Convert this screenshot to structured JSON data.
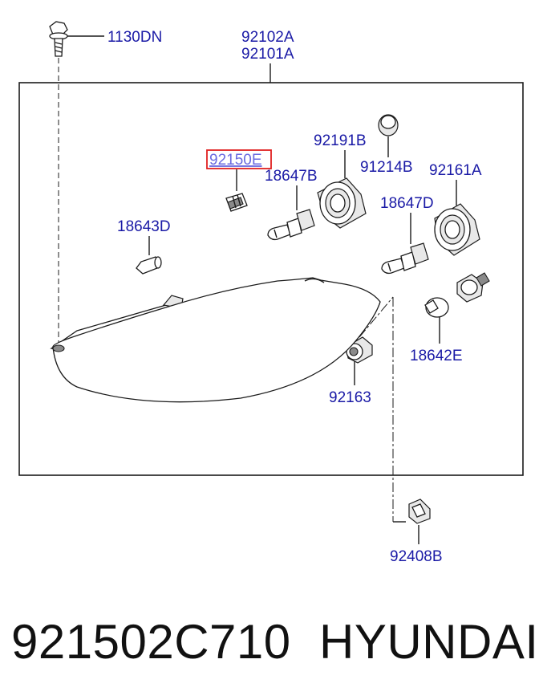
{
  "diagram": {
    "labels": {
      "bolt": "1130DN",
      "assembly_rh": "92102A",
      "assembly_lh": "92101A",
      "socket_selected": "92150E",
      "cap_low": "92191B",
      "bulb_low": "18647B",
      "cap_small": "91214B",
      "cap_high": "92161A",
      "bulb_high": "18647D",
      "bulb_position": "18643D",
      "bulb_turn": "18642E",
      "socket_turn": "92163",
      "clip": "92408B"
    },
    "highlight_color": "#e02020",
    "label_color": "#1a1aa6"
  },
  "caption": {
    "part_number": "921502C710",
    "brand": "HYUNDAI"
  }
}
